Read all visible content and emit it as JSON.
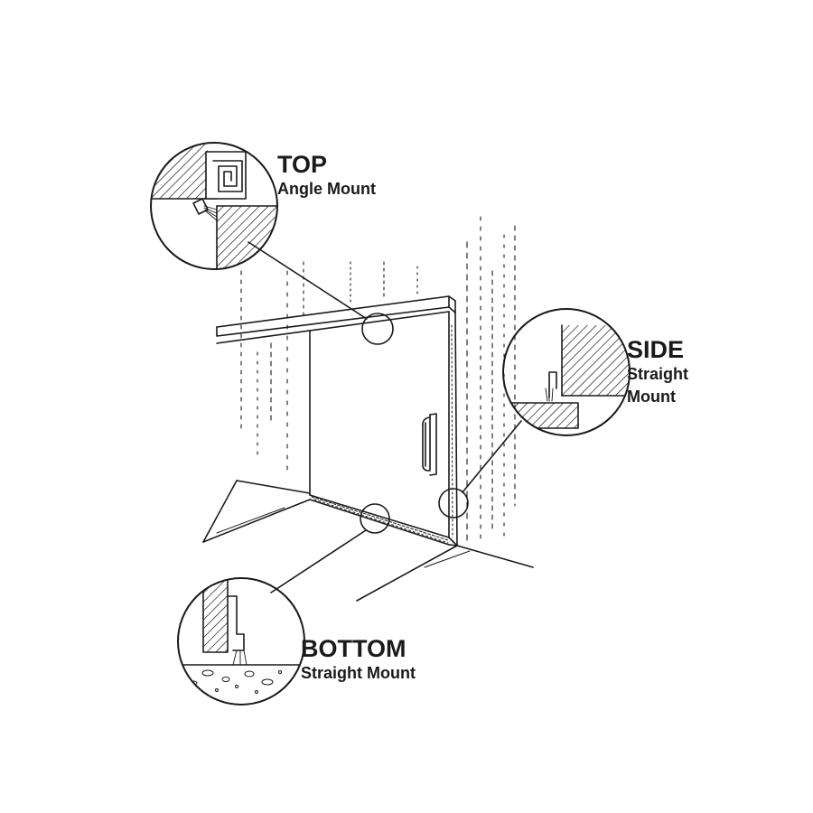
{
  "callouts": {
    "top": {
      "title": "TOP",
      "subtitle": "Angle Mount"
    },
    "side": {
      "title": "SIDE",
      "subtitle_line1": "Straight",
      "subtitle_line2": "Mount"
    },
    "bottom": {
      "title": "BOTTOM",
      "subtitle": "Straight Mount"
    }
  },
  "colors": {
    "ink": "#1a1a1a",
    "background": "#ffffff"
  }
}
